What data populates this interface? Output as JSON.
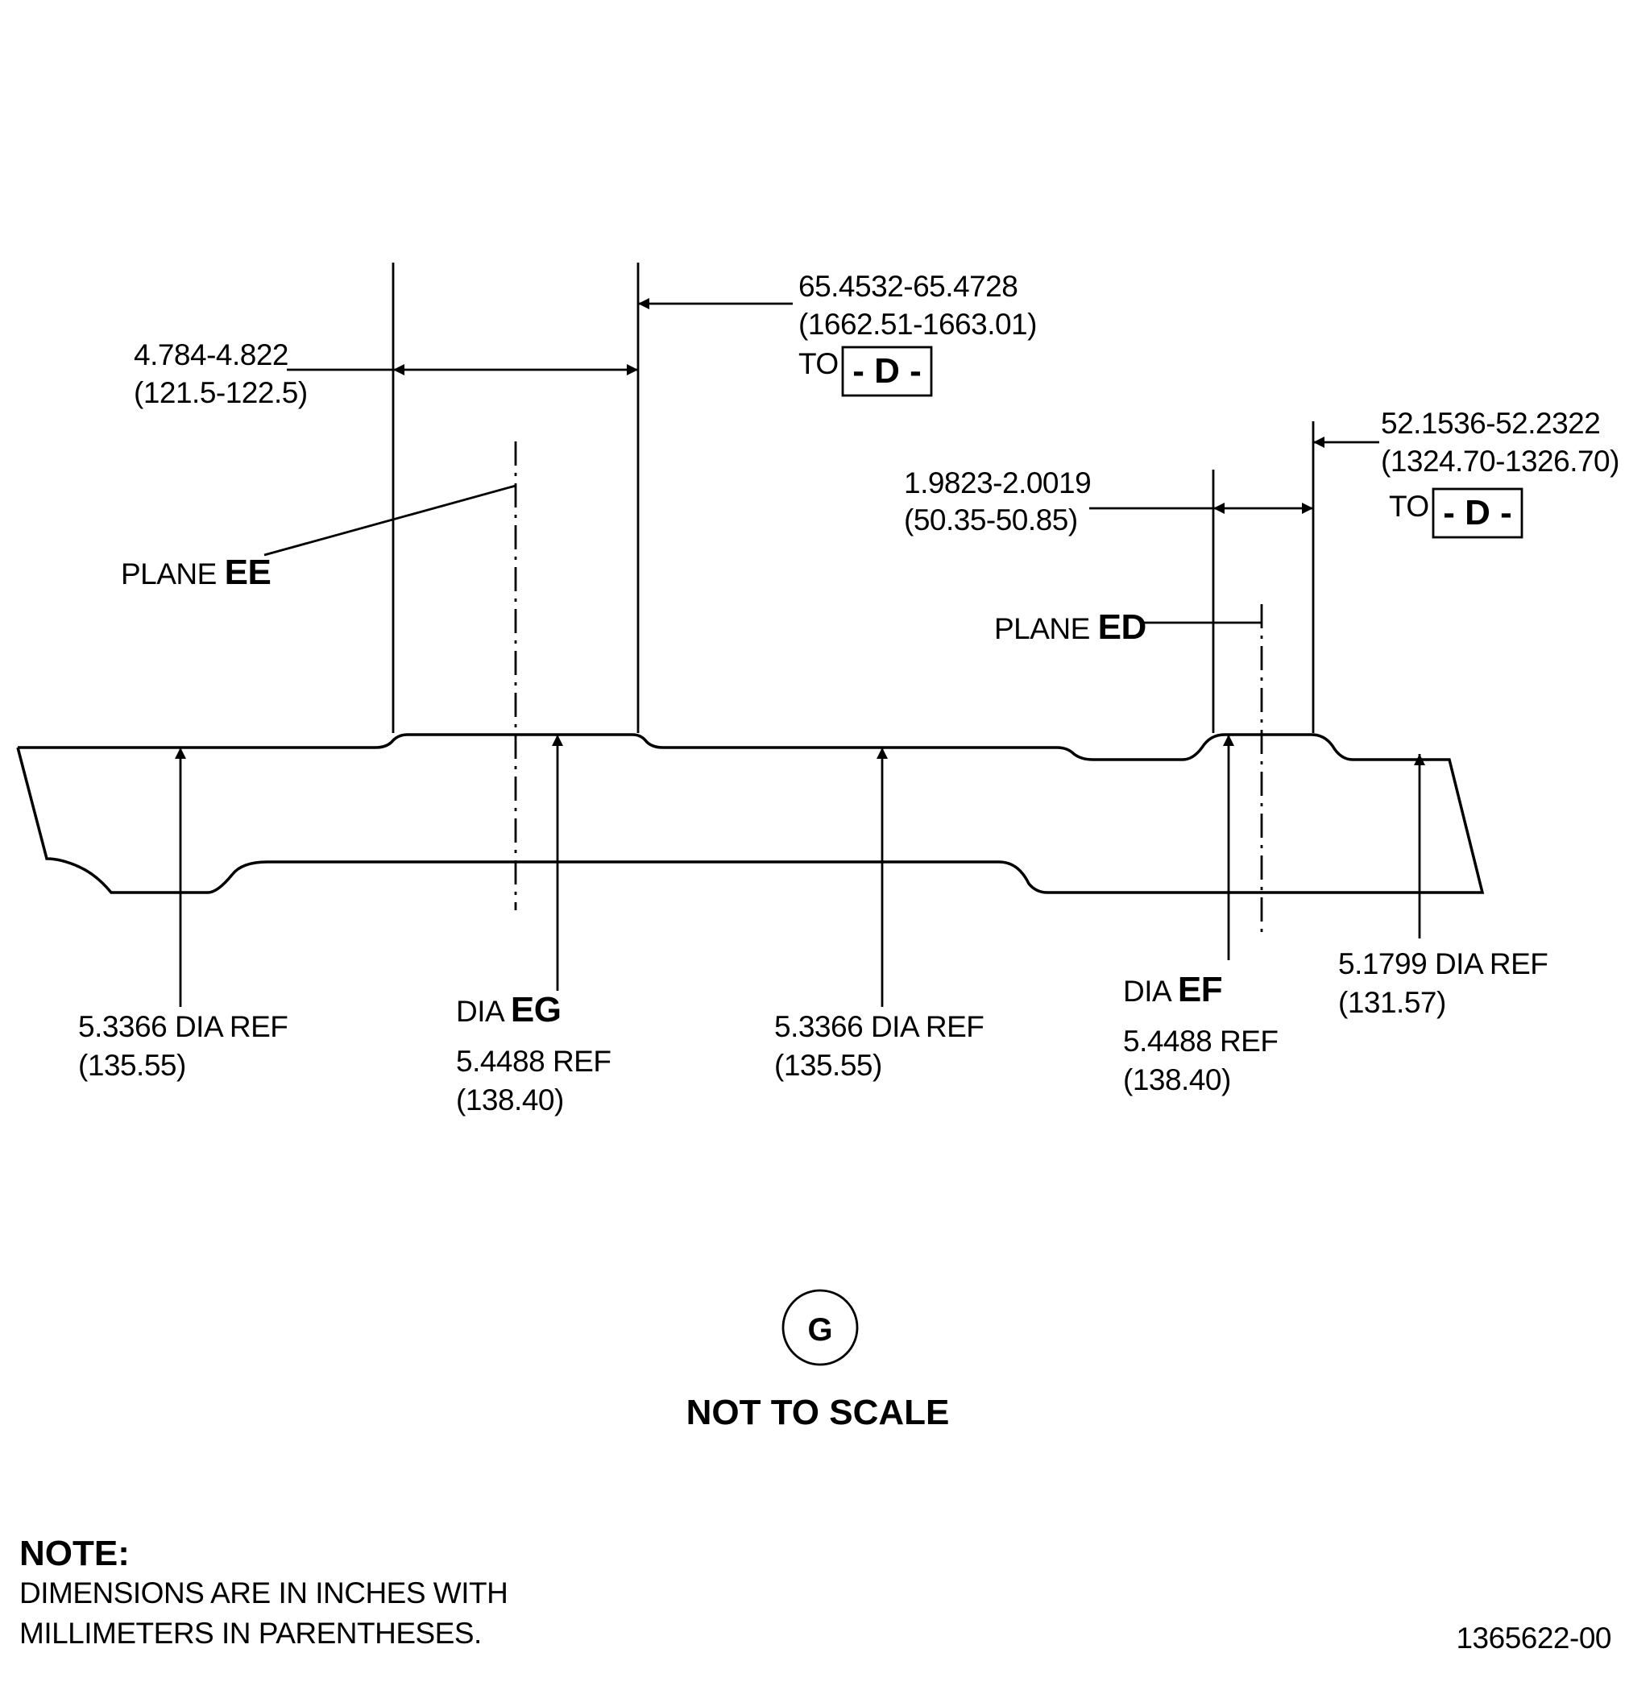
{
  "dimensions": {
    "overall_d_ee": {
      "inch": "65.4532-65.4728",
      "mm": "(1662.51-1663.01)",
      "ref_prefix": "TO",
      "datum": "- D -"
    },
    "length_eg": {
      "inch": "4.784-4.822",
      "mm": "(121.5-122.5)"
    },
    "overall_d_ed": {
      "inch": "52.1536-52.2322",
      "mm": "(1324.70-1326.70)",
      "ref_prefix": "TO",
      "datum": "- D -"
    },
    "length_ef": {
      "inch": "1.9823-2.0019",
      "mm": "(50.35-50.85)"
    }
  },
  "planes": {
    "ee": {
      "prefix": "PLANE",
      "id": "EE"
    },
    "ed": {
      "prefix": "PLANE",
      "id": "ED"
    }
  },
  "diameters": {
    "left_ref": {
      "line1": "5.3366 DIA REF",
      "line2": "(135.55)"
    },
    "eg": {
      "prefix": "DIA",
      "id": "EG",
      "line1": "5.4488 REF",
      "line2": "(138.40)"
    },
    "mid_ref": {
      "line1": "5.3366 DIA REF",
      "line2": "(135.55)"
    },
    "ef": {
      "prefix": "DIA",
      "id": "EF",
      "line1": "5.4488 REF",
      "line2": "(138.40)"
    },
    "right_ref": {
      "line1": "5.1799 DIA REF",
      "line2": "(131.57)"
    }
  },
  "view": {
    "letter": "G",
    "caption": "NOT TO SCALE"
  },
  "note": {
    "heading": "NOTE:",
    "line1": "DIMENSIONS ARE IN INCHES WITH",
    "line2": "MILLIMETERS IN PARENTHESES."
  },
  "drawing_number": "1365622-00"
}
